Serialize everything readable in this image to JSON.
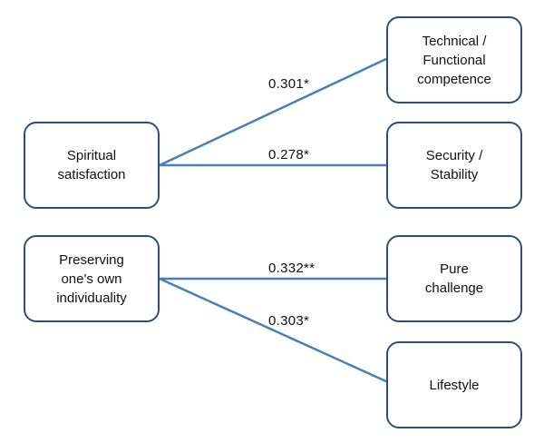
{
  "nodes": {
    "spiritual_satisfaction": "Spiritual\nsatisfaction",
    "preserving_individuality": "Preserving\none's own\nindividuality",
    "technical_functional_competence": "Technical /\nFunctional\ncompetence",
    "security_stability": "Security /\nStability",
    "pure_challenge": "Pure\nchallenge",
    "lifestyle": "Lifestyle"
  },
  "edges": [
    {
      "from": "spiritual_satisfaction",
      "to": "technical_functional_competence",
      "label": "0.301*"
    },
    {
      "from": "spiritual_satisfaction",
      "to": "security_stability",
      "label": "0.278*"
    },
    {
      "from": "preserving_individuality",
      "to": "pure_challenge",
      "label": "0.332**"
    },
    {
      "from": "preserving_individuality",
      "to": "lifestyle",
      "label": "0.303*"
    }
  ],
  "colors": {
    "line": "#4a7ebb",
    "box_border": "#2f4f7a"
  }
}
